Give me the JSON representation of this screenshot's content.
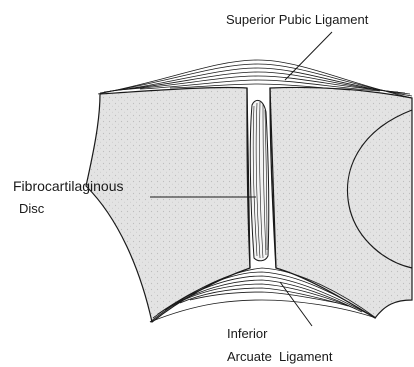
{
  "labels": {
    "superior_pubic_ligament": "Superior Pubic Ligament",
    "fibrocartilaginous": "Fibrocartilaginous",
    "disc": "Disc",
    "inferior": "Inferior",
    "arcuate_ligament": "Arcuate  Ligament"
  },
  "colors": {
    "bone_fill": "#e3e3e3",
    "line": "#1a1a1a",
    "background": "#ffffff"
  }
}
